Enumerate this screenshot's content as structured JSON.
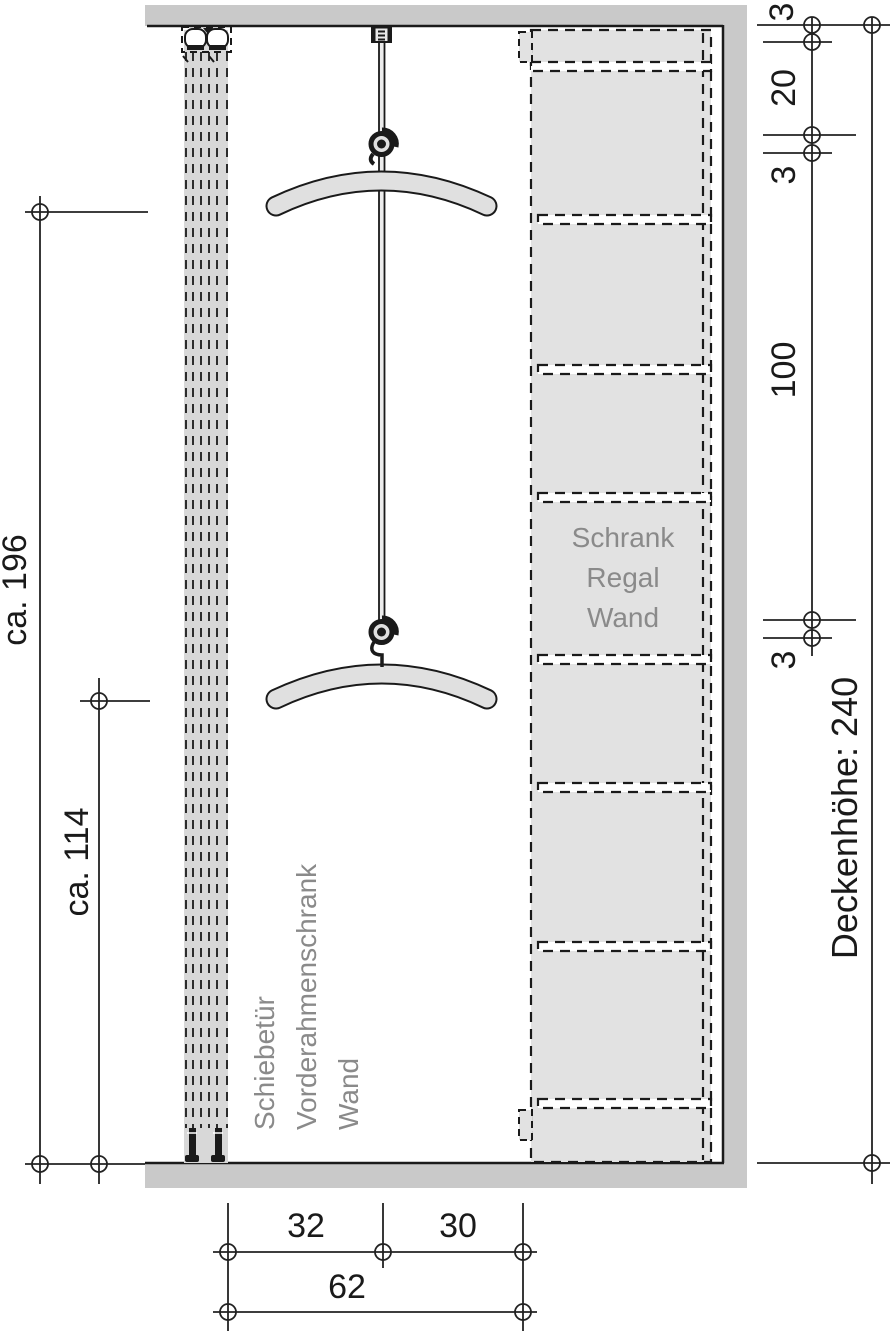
{
  "diagram": {
    "type": "technical installation drawing (wardrobe lift, sliding door, shelf wall)",
    "dimensions": {
      "left_outer": "ca. 196",
      "left_inner": "ca. 114",
      "right_chain": [
        "3",
        "20",
        "3",
        "100",
        "3"
      ],
      "ceiling_height": "Deckenhöhe: 240",
      "bottom": [
        "32",
        "30",
        "62"
      ]
    },
    "labels": {
      "door": {
        "line1": "Schiebetür",
        "line2": "Vorderahmenschrank",
        "line3": "Wand"
      },
      "shelf": {
        "line1": "Schrank",
        "line2": "Regal",
        "line3": "Wand"
      }
    },
    "colors": {
      "structure_gray": "#c9c9c9",
      "shelf_gray": "#e2e2e2",
      "door_gray": "#d8d8d8",
      "hanger_gray": "#e0e0e0",
      "label_gray": "#8a8a8a",
      "line_black": "#1a1a1a"
    }
  }
}
